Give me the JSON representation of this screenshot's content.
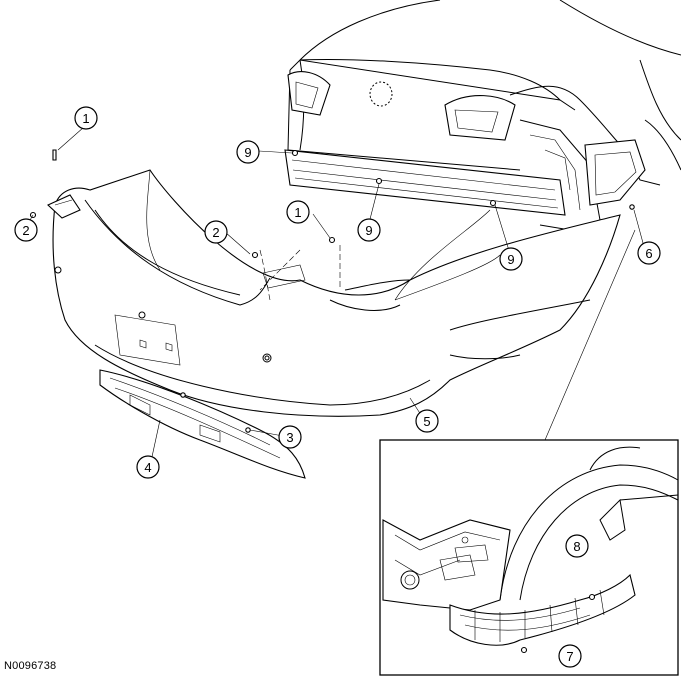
{
  "figure_id": "N0096738",
  "callouts": [
    {
      "id": "1a",
      "label": "1"
    },
    {
      "id": "1b",
      "label": "1"
    },
    {
      "id": "2a",
      "label": "2"
    },
    {
      "id": "2b",
      "label": "2"
    },
    {
      "id": "3",
      "label": "3"
    },
    {
      "id": "4",
      "label": "4"
    },
    {
      "id": "5",
      "label": "5"
    },
    {
      "id": "6",
      "label": "6"
    },
    {
      "id": "7",
      "label": "7"
    },
    {
      "id": "8",
      "label": "8"
    },
    {
      "id": "9a",
      "label": "9"
    },
    {
      "id": "9b",
      "label": "9"
    },
    {
      "id": "9c",
      "label": "9"
    }
  ]
}
